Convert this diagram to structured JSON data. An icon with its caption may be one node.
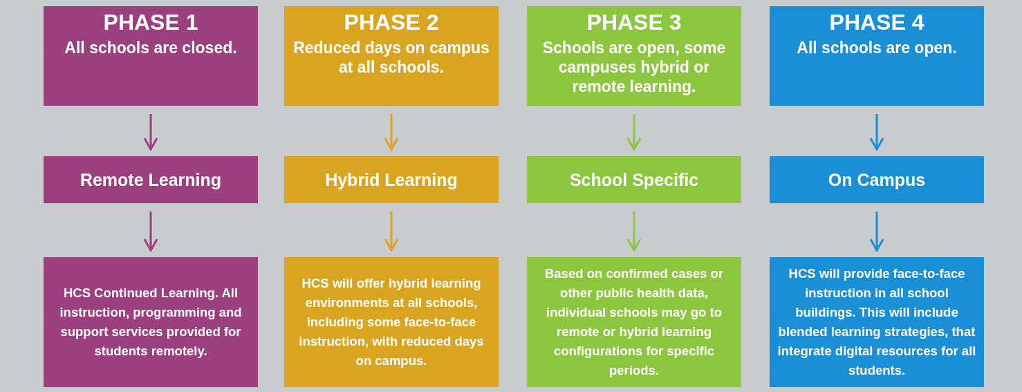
{
  "diagram": {
    "nodes": [
      {
        "text": [
          "PHASE 1",
          "All schools are closed."
        ]
      },
      {
        "text": [
          "PHASE 2",
          "Reduced days on campus at all schools."
        ]
      },
      {
        "text": [
          "PHASE 3",
          "Schools are open, some campuses hybrid or remote learning."
        ]
      },
      {
        "text": [
          "PHASE 4",
          "All schools are open."
        ]
      },
      {
        "text": [
          "Remote Learning"
        ]
      },
      {
        "text": [
          "Hybrid Learning"
        ]
      },
      {
        "text": [
          "School Specific"
        ]
      },
      {
        "text": [
          "On Campus"
        ]
      },
      {
        "text": [
          "HCS Continued Learning.  All instruction, programming and support services provided for students remotely."
        ]
      },
      {
        "text": [
          "HCS will offer hybrid learning environments at all schools, including some face-to-face instruction, with reduced days on campus."
        ]
      },
      {
        "text": [
          "Based on confirmed cases or other public health data, individual schools may go to remote or hybrid learning configurations for specific periods."
        ]
      },
      {
        "text": [
          "HCS will provide face-to-face instruction in all school buildings. This will include blended learning strategies, that integrate digital resources for all students."
        ]
      }
    ],
    "edges": [
      {
        "from": 0,
        "to": 4,
        "arrow": "to",
        "color": "#9b3f7f"
      },
      {
        "from": 1,
        "to": 5,
        "arrow": "to",
        "color": "#d9a520"
      },
      {
        "from": 2,
        "to": 6,
        "arrow": "to",
        "color": "#8cc63f"
      },
      {
        "from": 3,
        "to": 7,
        "arrow": "to",
        "color": "#1a8fd5"
      },
      {
        "from": 4,
        "to": 8,
        "arrow": "to",
        "color": "#9b3f7f"
      },
      {
        "from": 5,
        "to": 9,
        "arrow": "to",
        "color": "#d9a520"
      },
      {
        "from": 6,
        "to": 10,
        "arrow": "to",
        "color": "#8cc63f"
      },
      {
        "from": 7,
        "to": 11,
        "arrow": "to",
        "color": "#1a8fd5"
      }
    ]
  }
}
